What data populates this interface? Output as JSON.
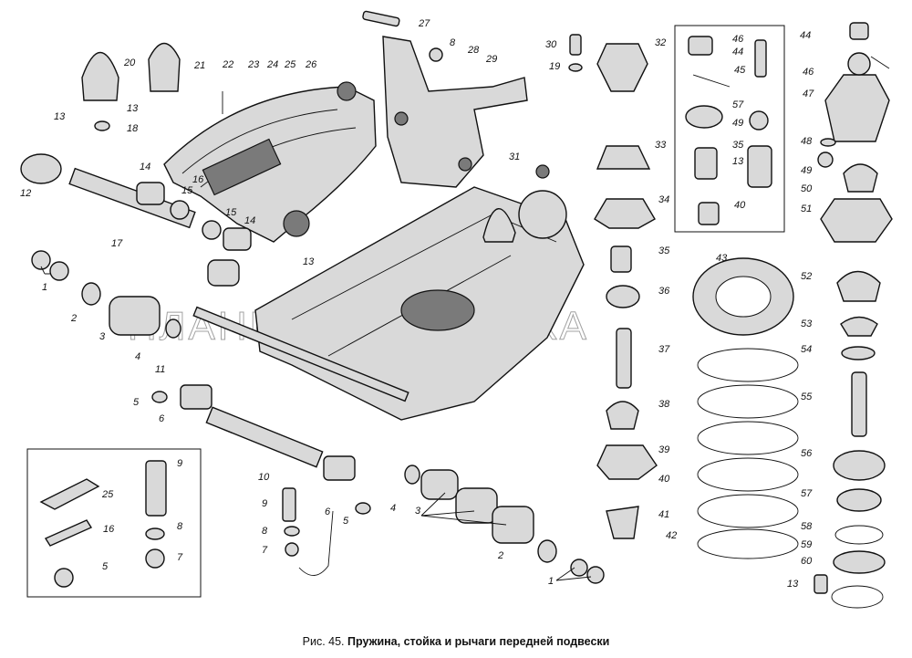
{
  "caption": {
    "prefix": "Рис. 45.",
    "title": "Пружина, стойка и рычаги передней подвески"
  },
  "watermark": "ПЛАНЕТА ЖЕЛЕЗЯКА",
  "callouts": [
    {
      "id": "c1a",
      "text": "1"
    },
    {
      "id": "c1b",
      "text": "1"
    },
    {
      "id": "c2a",
      "text": "2"
    },
    {
      "id": "c2b",
      "text": "2"
    },
    {
      "id": "c3a",
      "text": "3"
    },
    {
      "id": "c3b",
      "text": "3"
    },
    {
      "id": "c4a",
      "text": "4"
    },
    {
      "id": "c4b",
      "text": "4"
    },
    {
      "id": "c5a",
      "text": "5"
    },
    {
      "id": "c5b",
      "text": "5"
    },
    {
      "id": "c5c",
      "text": "5"
    },
    {
      "id": "c6a",
      "text": "6"
    },
    {
      "id": "c6b",
      "text": "6"
    },
    {
      "id": "c7a",
      "text": "7"
    },
    {
      "id": "c7b",
      "text": "7"
    },
    {
      "id": "c8a",
      "text": "8"
    },
    {
      "id": "c8b",
      "text": "8"
    },
    {
      "id": "c8c",
      "text": "8"
    },
    {
      "id": "c9a",
      "text": "9"
    },
    {
      "id": "c9b",
      "text": "9"
    },
    {
      "id": "c10",
      "text": "10"
    },
    {
      "id": "c11",
      "text": "11"
    },
    {
      "id": "c12",
      "text": "12"
    },
    {
      "id": "c13a",
      "text": "13"
    },
    {
      "id": "c13b",
      "text": "13"
    },
    {
      "id": "c13c",
      "text": "13"
    },
    {
      "id": "c13d",
      "text": "13"
    },
    {
      "id": "c13e",
      "text": "13"
    },
    {
      "id": "c14a",
      "text": "14"
    },
    {
      "id": "c14b",
      "text": "14"
    },
    {
      "id": "c15a",
      "text": "15"
    },
    {
      "id": "c15b",
      "text": "15"
    },
    {
      "id": "c16a",
      "text": "16"
    },
    {
      "id": "c16b",
      "text": "16"
    },
    {
      "id": "c17",
      "text": "17"
    },
    {
      "id": "c18",
      "text": "18"
    },
    {
      "id": "c19",
      "text": "19"
    },
    {
      "id": "c20",
      "text": "20"
    },
    {
      "id": "c21",
      "text": "21"
    },
    {
      "id": "c22",
      "text": "22"
    },
    {
      "id": "c23",
      "text": "23"
    },
    {
      "id": "c24",
      "text": "24"
    },
    {
      "id": "c25a",
      "text": "25"
    },
    {
      "id": "c25b",
      "text": "25"
    },
    {
      "id": "c26",
      "text": "26"
    },
    {
      "id": "c27",
      "text": "27"
    },
    {
      "id": "c28",
      "text": "28"
    },
    {
      "id": "c29",
      "text": "29"
    },
    {
      "id": "c30",
      "text": "30"
    },
    {
      "id": "c31",
      "text": "31"
    },
    {
      "id": "c32",
      "text": "32"
    },
    {
      "id": "c33",
      "text": "33"
    },
    {
      "id": "c34",
      "text": "34"
    },
    {
      "id": "c35a",
      "text": "35"
    },
    {
      "id": "c35b",
      "text": "35"
    },
    {
      "id": "c36",
      "text": "36"
    },
    {
      "id": "c37",
      "text": "37"
    },
    {
      "id": "c38",
      "text": "38"
    },
    {
      "id": "c39",
      "text": "39"
    },
    {
      "id": "c40a",
      "text": "40"
    },
    {
      "id": "c40b",
      "text": "40"
    },
    {
      "id": "c41",
      "text": "41"
    },
    {
      "id": "c42",
      "text": "42"
    },
    {
      "id": "c43",
      "text": "43"
    },
    {
      "id": "c44a",
      "text": "44"
    },
    {
      "id": "c44b",
      "text": "44"
    },
    {
      "id": "c45",
      "text": "45"
    },
    {
      "id": "c46a",
      "text": "46"
    },
    {
      "id": "c46b",
      "text": "46"
    },
    {
      "id": "c47",
      "text": "47"
    },
    {
      "id": "c48",
      "text": "48"
    },
    {
      "id": "c49a",
      "text": "49"
    },
    {
      "id": "c49b",
      "text": "49"
    },
    {
      "id": "c50",
      "text": "50"
    },
    {
      "id": "c51",
      "text": "51"
    },
    {
      "id": "c52",
      "text": "52"
    },
    {
      "id": "c53",
      "text": "53"
    },
    {
      "id": "c54",
      "text": "54"
    },
    {
      "id": "c55",
      "text": "55"
    },
    {
      "id": "c56",
      "text": "56"
    },
    {
      "id": "c57a",
      "text": "57"
    },
    {
      "id": "c57b",
      "text": "57"
    },
    {
      "id": "c58",
      "text": "58"
    },
    {
      "id": "c59",
      "text": "59"
    },
    {
      "id": "c60",
      "text": "60"
    }
  ]
}
